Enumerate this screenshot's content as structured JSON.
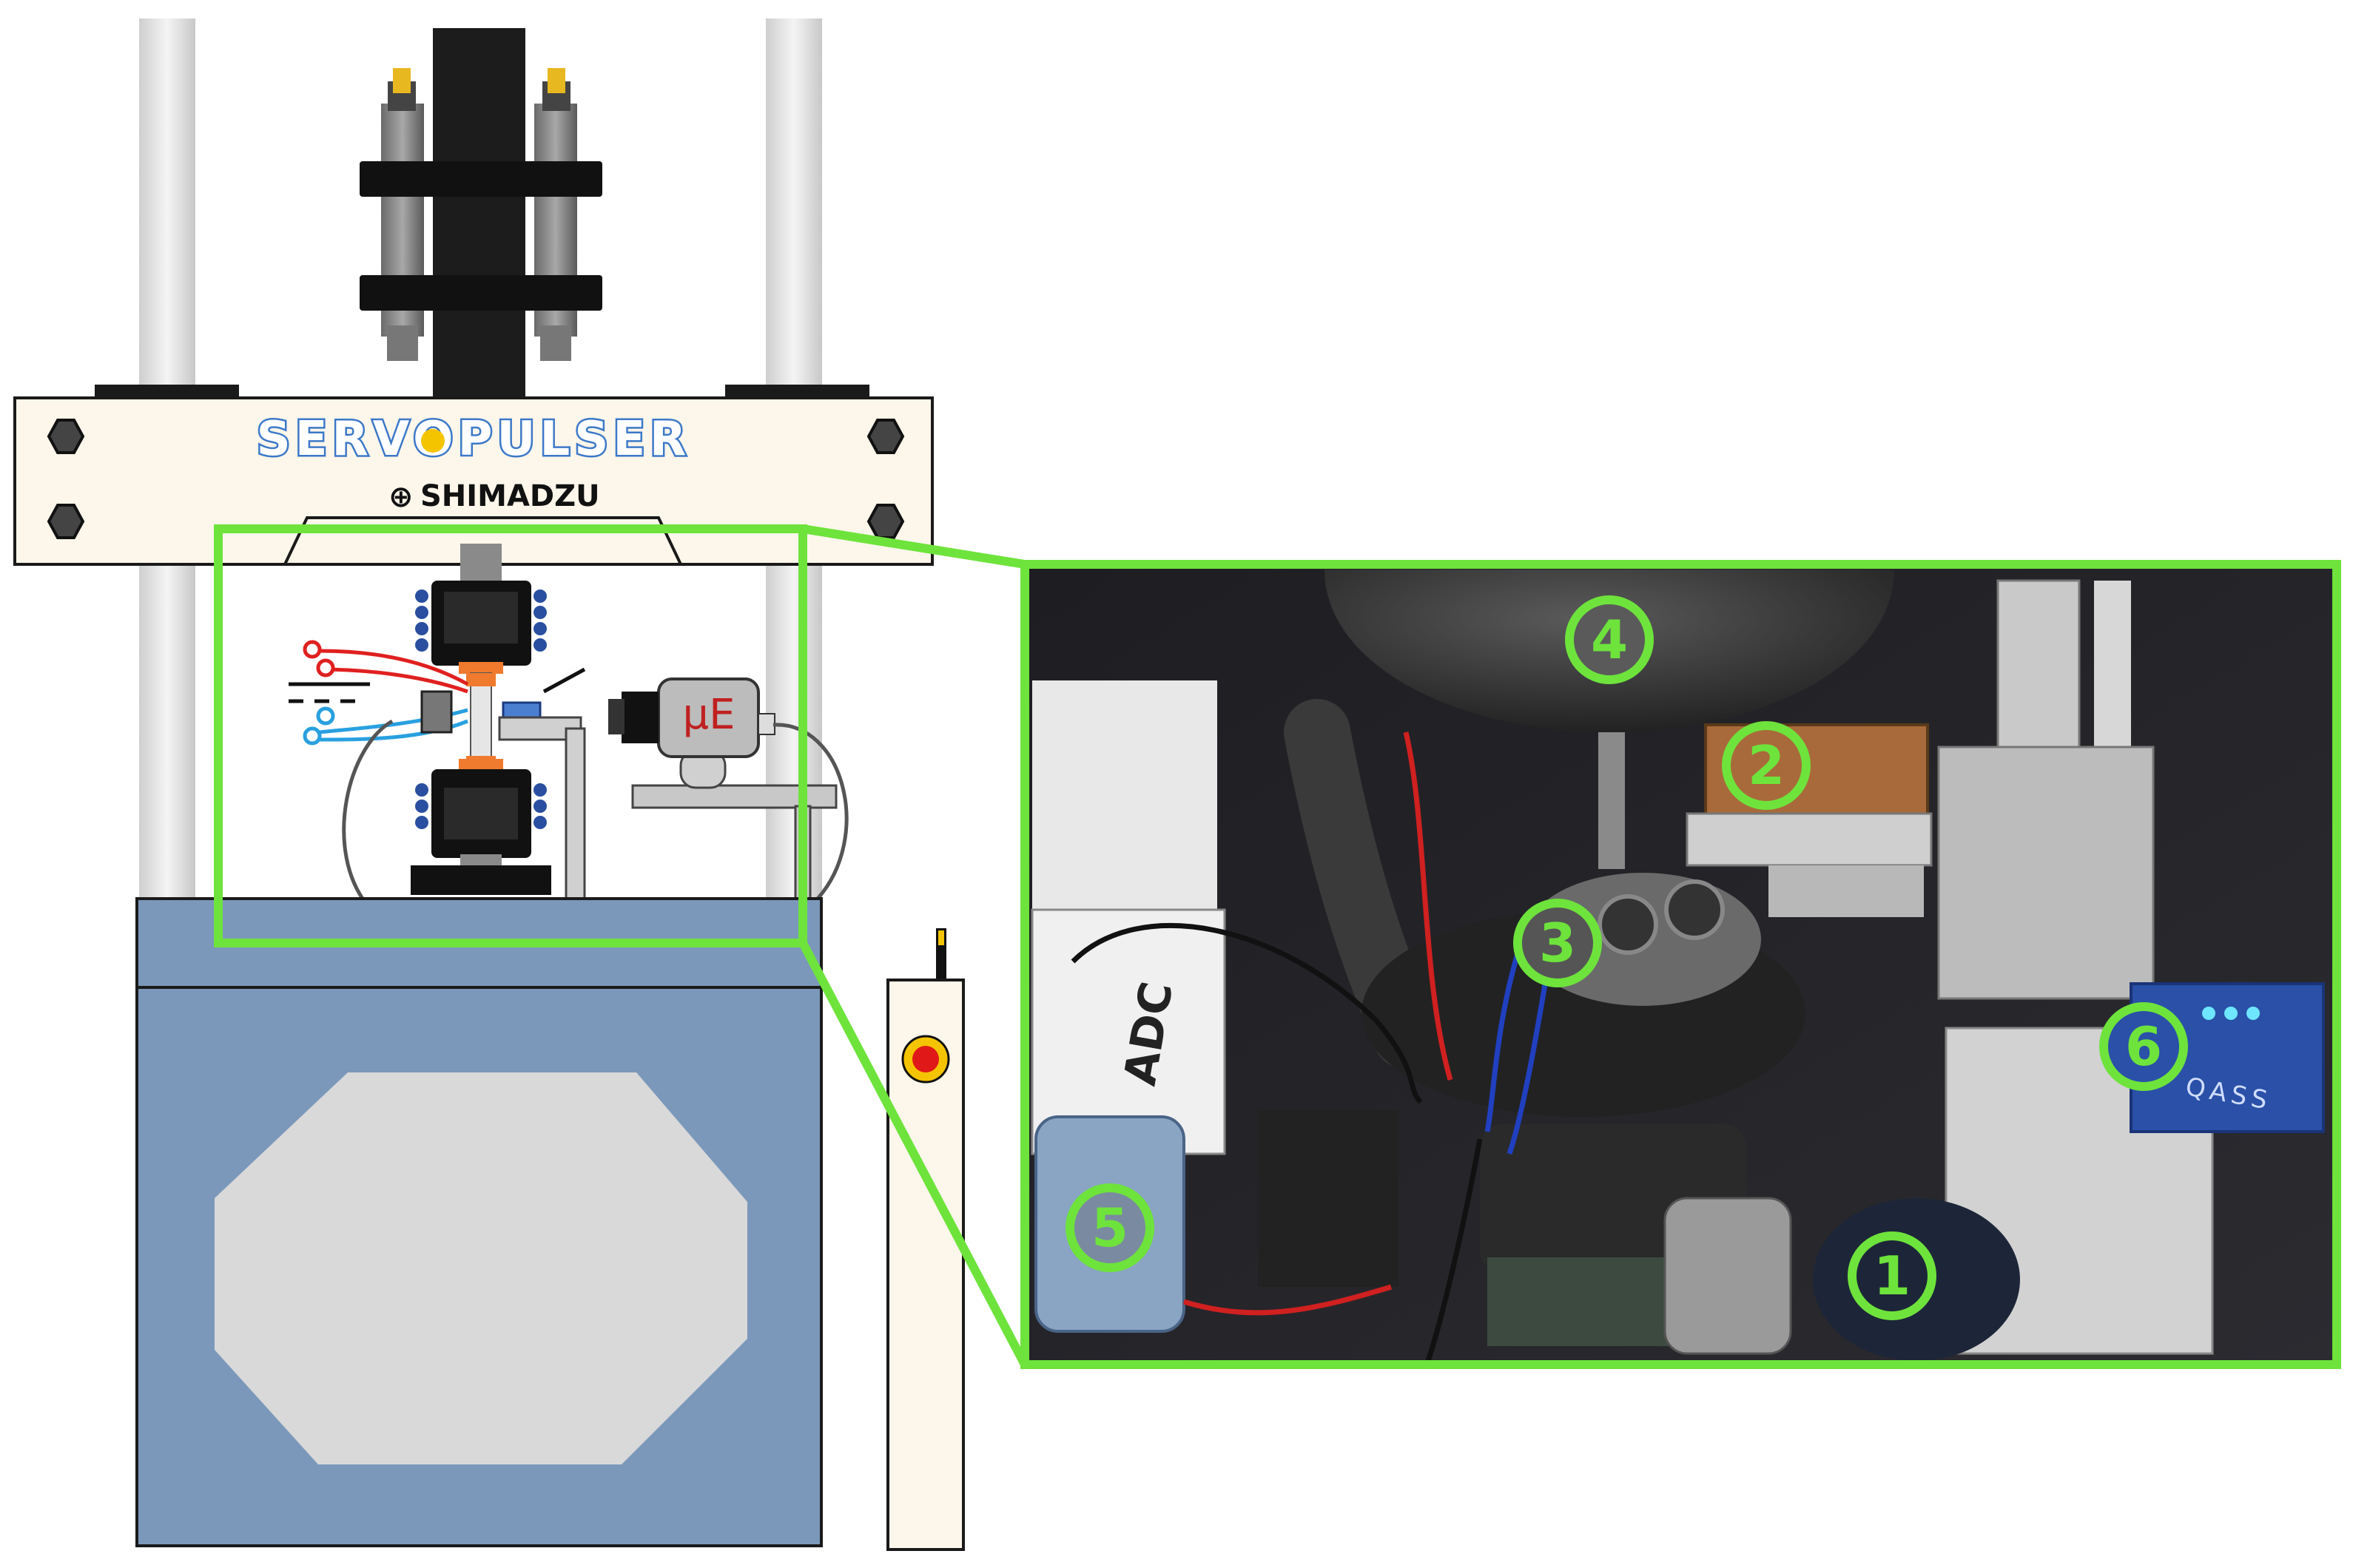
{
  "machine": {
    "brand_logo": "SERVOPULSER",
    "manufacturer": "SHIMADZU",
    "sensor_logo": "μE",
    "daq_label": "QASS",
    "daq_module_label": "ADC"
  },
  "colors": {
    "highlight": "#6ee33c",
    "frame_blue": "#7b98bb",
    "frame_panel": "#d9d9d9",
    "crosshead": "#fdf6ea",
    "logo_blue": "#3c78c8",
    "logo_yellow": "#f5c400",
    "wire_red": "#e02020",
    "wire_blue": "#28a0e0",
    "specimen": "#f07a2e",
    "coil": "#2a4fa0"
  },
  "callouts": [
    {
      "id": "1",
      "label": "1"
    },
    {
      "id": "2",
      "label": "2"
    },
    {
      "id": "3",
      "label": "3"
    },
    {
      "id": "4",
      "label": "4"
    },
    {
      "id": "5",
      "label": "5"
    },
    {
      "id": "6",
      "label": "6"
    }
  ]
}
